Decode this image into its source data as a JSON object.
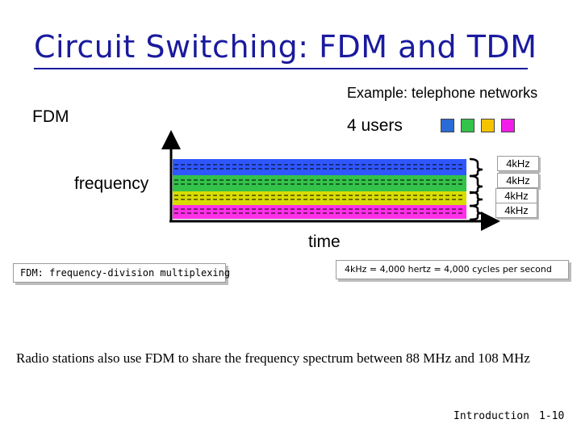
{
  "slide": {
    "title": "Circuit Switching: FDM and TDM",
    "example": "Example: telephone networks",
    "fdm_label": "FDM",
    "users_label": "4 users",
    "user_colors": [
      "#2a6bd6",
      "#33c24a",
      "#f5c400",
      "#f01ee8"
    ],
    "channel_colors": [
      "#2f57ff",
      "#33c24a",
      "#d8dc00",
      "#ff30e8"
    ],
    "y_axis_label": "frequency",
    "x_axis_label": "time",
    "bandwidth_labels": [
      "4kHz",
      "4kHz",
      "4kHz",
      "4kHz"
    ],
    "fdm_definition": "FDM: frequency-division multiplexing",
    "khz_definition": "4kHz = 4,000 hertz = 4,000 cycles per second",
    "radio_note": "Radio stations also use FDM to share the frequency spectrum between 88 MHz and 108 MHz",
    "footer_section": "Introduction",
    "footer_page": "1-10"
  }
}
